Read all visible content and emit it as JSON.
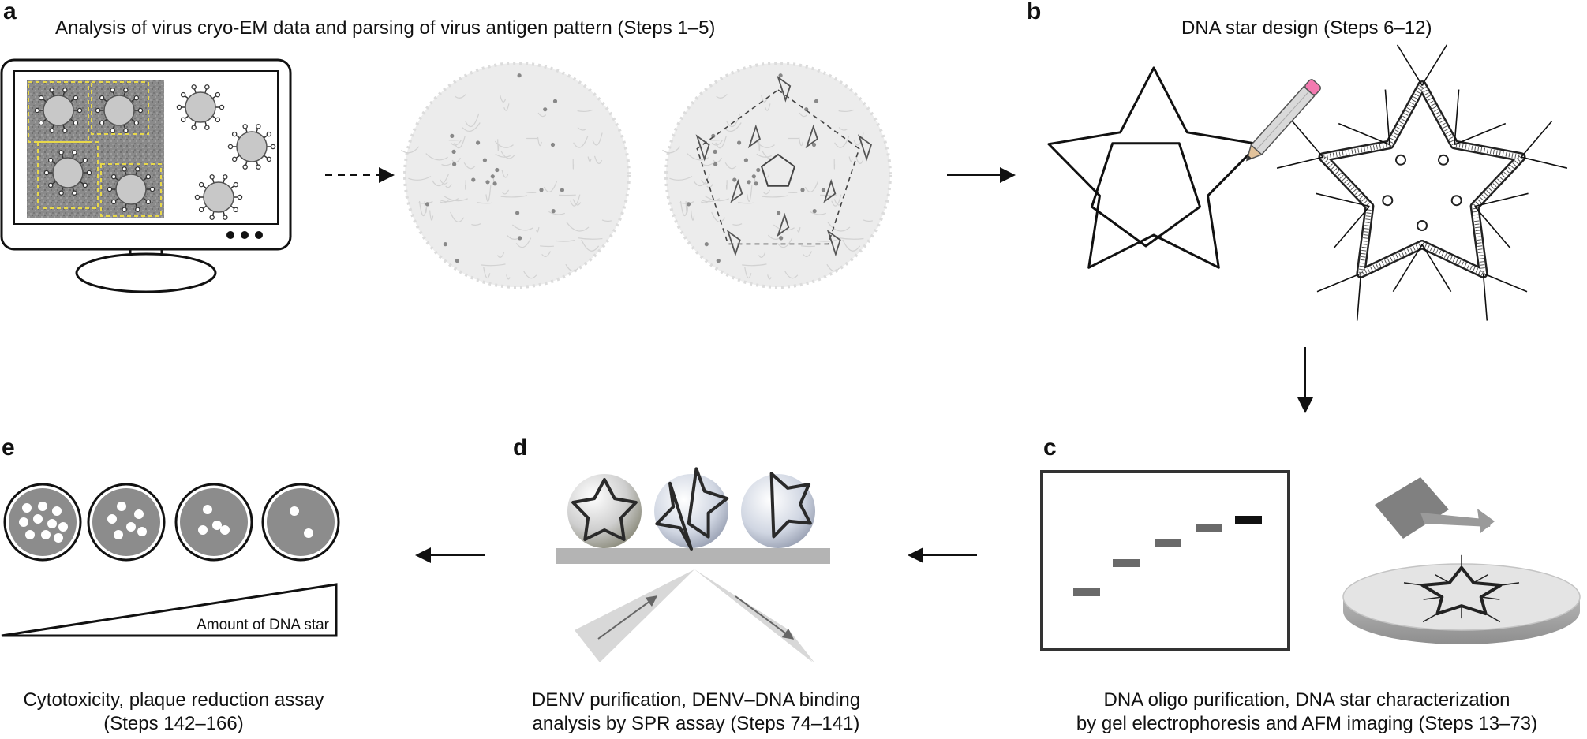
{
  "panels": {
    "a": {
      "letter": "a",
      "title": "Analysis of virus cryo-EM data and parsing of virus antigen pattern (Steps 1–5)"
    },
    "b": {
      "letter": "b",
      "title": "DNA star design (Steps 6–12)"
    },
    "c": {
      "letter": "c",
      "caption_line1": "DNA oligo purification, DNA star characterization",
      "caption_line2": "by gel electrophoresis and AFM imaging (Steps 13–73)"
    },
    "d": {
      "letter": "d",
      "caption_line1": "DENV purification, DENV–DNA binding",
      "caption_line2": "analysis by SPR assay (Steps 74–141)"
    },
    "e": {
      "letter": "e",
      "wedge_label": "Amount of DNA star",
      "caption_line1": "Cytotoxicity, plaque reduction assay",
      "caption_line2": "(Steps 142–166)"
    }
  },
  "colors": {
    "ink": "#111111",
    "virus_gray": "#c8c8c8",
    "plate_gray": "#8c8c8c",
    "cryo_gray": "#e6e6e6",
    "sensor_gray": "#b4b4b4",
    "gel_band": "#6a6a6a",
    "pencil_pink": "#f37ab0",
    "pencil_body": "#d9d9d9"
  }
}
